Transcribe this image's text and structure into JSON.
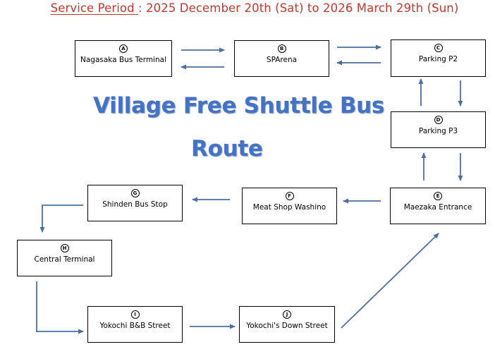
{
  "service_period": {
    "label": "Service Period ",
    "text": ": 2025 December 20th (Sat) to 2026 March 29th (Sun)"
  },
  "title": {
    "line1": "Village Free Shuttle Bus",
    "line2": "Route"
  },
  "stops": {
    "a": {
      "letter": "A",
      "name": "Nagasaka Bus Terminal"
    },
    "b": {
      "letter": "B",
      "name": "SPArena"
    },
    "c": {
      "letter": "C",
      "name": "Parking P2"
    },
    "d": {
      "letter": "D",
      "name": "Parking P3"
    },
    "e": {
      "letter": "E",
      "name": "Maezaka Entrance"
    },
    "f": {
      "letter": "F",
      "name": "Meat Shop Washino"
    },
    "g": {
      "letter": "G",
      "name": "Shinden Bus Stop"
    },
    "h": {
      "letter": "H",
      "name": "Central Terminal"
    },
    "i": {
      "letter": "I",
      "name": "Yokochi B&B Street"
    },
    "j": {
      "letter": "J",
      "name": "Yokochi's Down Street"
    }
  },
  "colors": {
    "service_text": "#c0392b",
    "title": "#4472c4",
    "arrow": "#4a6fa5",
    "box_border": "#000000"
  }
}
